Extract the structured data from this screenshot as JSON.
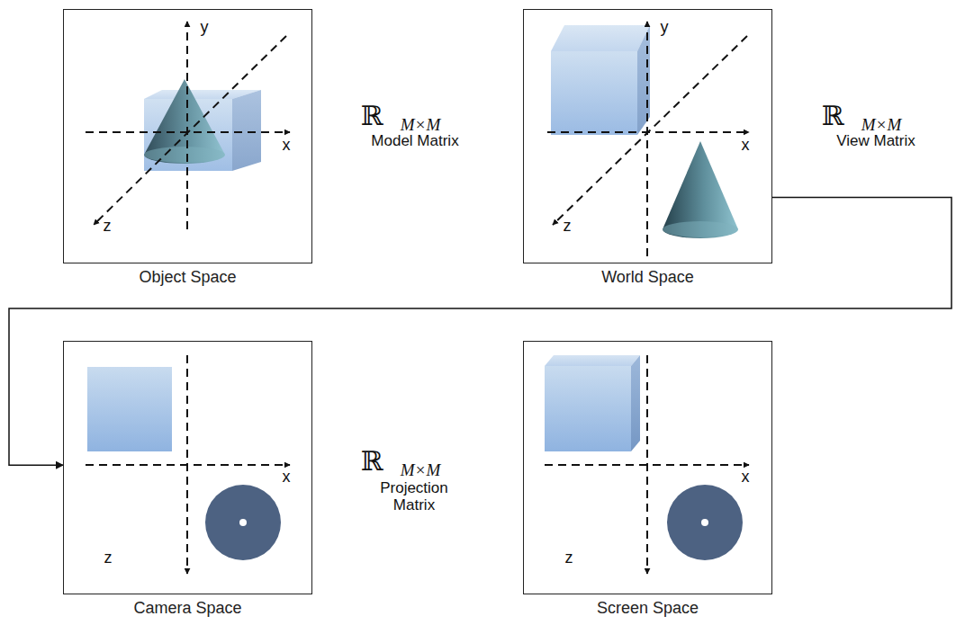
{
  "diagram": {
    "nodes": [
      {
        "text": [
          "Object Space"
        ]
      },
      {
        "text": [
          "World Space"
        ]
      },
      {
        "text": [
          "Camera Space"
        ]
      },
      {
        "text": [
          "Screen Space"
        ]
      }
    ],
    "edges": [
      {
        "from": 1,
        "to": 2,
        "arrow": "to"
      }
    ],
    "labels": [
      "y",
      "x",
      "z",
      "ℝ",
      "M×M",
      "Model Matrix",
      "y",
      "x",
      "z",
      "ℝ",
      "M×M",
      "View Matrix",
      "x",
      "z",
      "ℝ",
      "M×M",
      "Projection Matrix",
      "x",
      "z"
    ]
  }
}
